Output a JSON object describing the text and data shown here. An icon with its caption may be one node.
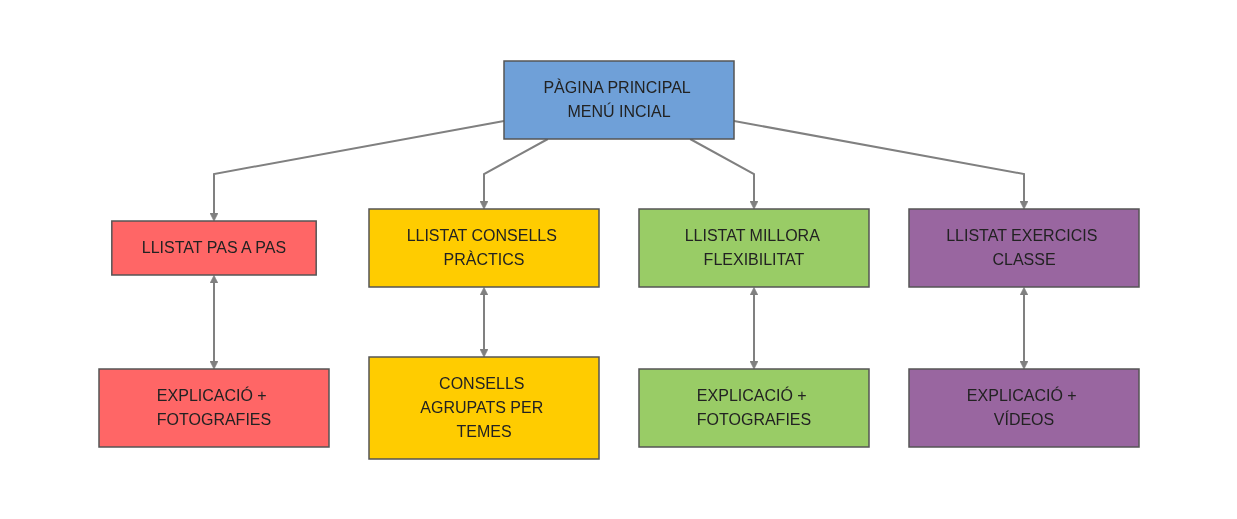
{
  "diagram": {
    "nodes": [
      {
        "text": [
          "PÀGINA PRINCIPAL MENÚ INCIAL"
        ]
      },
      {
        "text": [
          "LLISTAT PAS A PAS"
        ]
      },
      {
        "text": [
          "LLISTAT CONSELLS PRÀCTICS"
        ]
      },
      {
        "text": [
          "LLISTAT MILLORA FLEXIBILITAT"
        ]
      },
      {
        "text": [
          "LLISTAT EXERCICIS CLASSE"
        ]
      },
      {
        "text": [
          "EXPLICACIÓ + FOTOGRAFIES"
        ]
      },
      {
        "text": [
          "CONSELLS AGRUPATS PER TEMES"
        ]
      },
      {
        "text": [
          "EXPLICACIÓ + FOTOGRAFIES"
        ]
      },
      {
        "text": [
          "EXPLICACIÓ + VÍDEOS"
        ]
      }
    ],
    "edges": [
      {
        "from": 0,
        "to": 1,
        "arrow": "to"
      },
      {
        "from": 0,
        "to": 2,
        "arrow": "to"
      },
      {
        "from": 0,
        "to": 3,
        "arrow": "to"
      },
      {
        "from": 0,
        "to": 4,
        "arrow": "to"
      },
      {
        "from": 1,
        "to": 5,
        "arrow": "both"
      },
      {
        "from": 2,
        "to": 6,
        "arrow": "both"
      },
      {
        "from": 3,
        "to": 7,
        "arrow": "both"
      },
      {
        "from": 4,
        "to": 8,
        "arrow": "both"
      }
    ]
  }
}
